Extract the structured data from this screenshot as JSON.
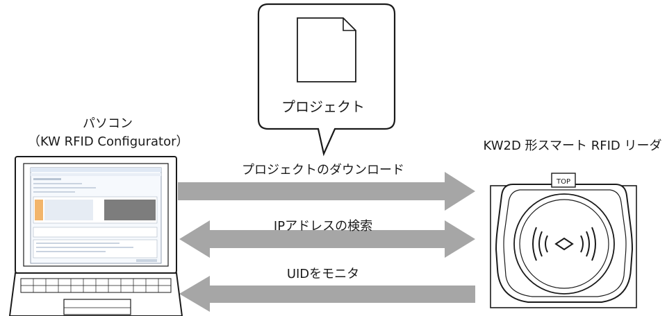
{
  "pc": {
    "name": "パソコン",
    "software": "（KW RFID Configurator）"
  },
  "reader": {
    "name": "KW2D 形スマート RFID リーダ",
    "top_mark": "TOP"
  },
  "project": {
    "label": "プロジェクト"
  },
  "arrows": [
    {
      "label": "プロジェクトのダウンロード",
      "direction": "right"
    },
    {
      "label": "IPアドレスの検索",
      "direction": "both"
    },
    {
      "label": "UIDをモニタ",
      "direction": "left"
    }
  ],
  "colors": {
    "arrow": "#a6a6a6",
    "outline": "#1a1a1a",
    "screen_bg": "#eaf2fb"
  }
}
